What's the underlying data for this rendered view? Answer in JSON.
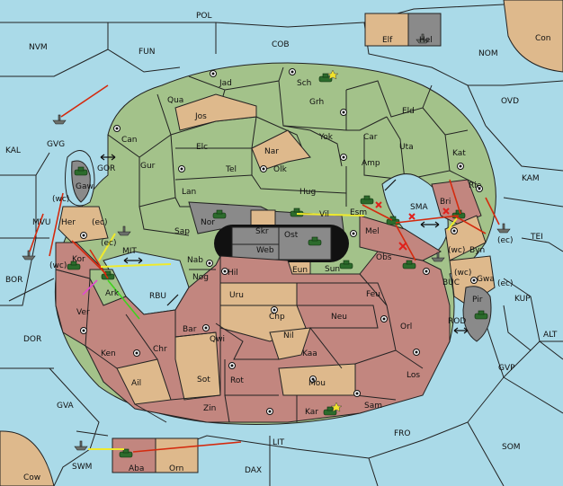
{
  "map": {
    "colors": {
      "sea": "#aadae8",
      "green_territory": "#a3c28a",
      "tan_territory": "#deb98c",
      "red_territory": "#c2867f",
      "neutral_grey": "#8a8a8a",
      "move_order": "#d42a0e",
      "support_order": "#f0ea2c",
      "convoy_order": "#3fd21f",
      "retreat_order": "#e04bd0"
    },
    "sea_labels": [
      "POL",
      "COB",
      "FUN",
      "NVM",
      "NOM",
      "OVD",
      "KAL",
      "KAM",
      "TEI",
      "MVU",
      "BOR",
      "DOR",
      "ALT",
      "KUP",
      "GVP",
      "GVA",
      "SOM",
      "FRO",
      "LIT",
      "DAX",
      "SWM",
      "Con",
      "Cow",
      "MIT",
      "SMA",
      "GOR",
      "RBU",
      "BUC",
      "ROD",
      "GVG"
    ],
    "land_labels": [
      "Jad",
      "Sch",
      "Qua",
      "Jos",
      "Grh",
      "Eld",
      "Can",
      "Elc",
      "Nar",
      "Yok",
      "Car",
      "Uta",
      "Kat",
      "Tel",
      "Olk",
      "Amp",
      "Gur",
      "Lan",
      "Hug",
      "Rie",
      "Gaw",
      "Nor",
      "Skr",
      "Vil",
      "Esm",
      "Bri",
      "Her",
      "Sap",
      "Ost",
      "Mel",
      "Byn",
      "Web",
      "Kor",
      "Nab",
      "Eun",
      "Sun",
      "Obs",
      "Gwa",
      "Ark",
      "Hil",
      "Nog",
      "Uru",
      "Feu",
      "Pir",
      "Ver",
      "Chp",
      "Neu",
      "Orl",
      "Bar",
      "Qwi",
      "Nil",
      "Ken",
      "Chr",
      "Kaa",
      "Los",
      "Sot",
      "Rot",
      "Mou",
      "Ail",
      "Zin",
      "Kar",
      "Sam",
      "Aba",
      "Orn",
      "Elf",
      "Hel"
    ],
    "coast_tags": [
      "(wc)",
      "(ec)",
      "(wc)",
      "(ec)",
      "(wc)",
      "(ec)",
      "(ec)",
      "(wc)"
    ]
  }
}
